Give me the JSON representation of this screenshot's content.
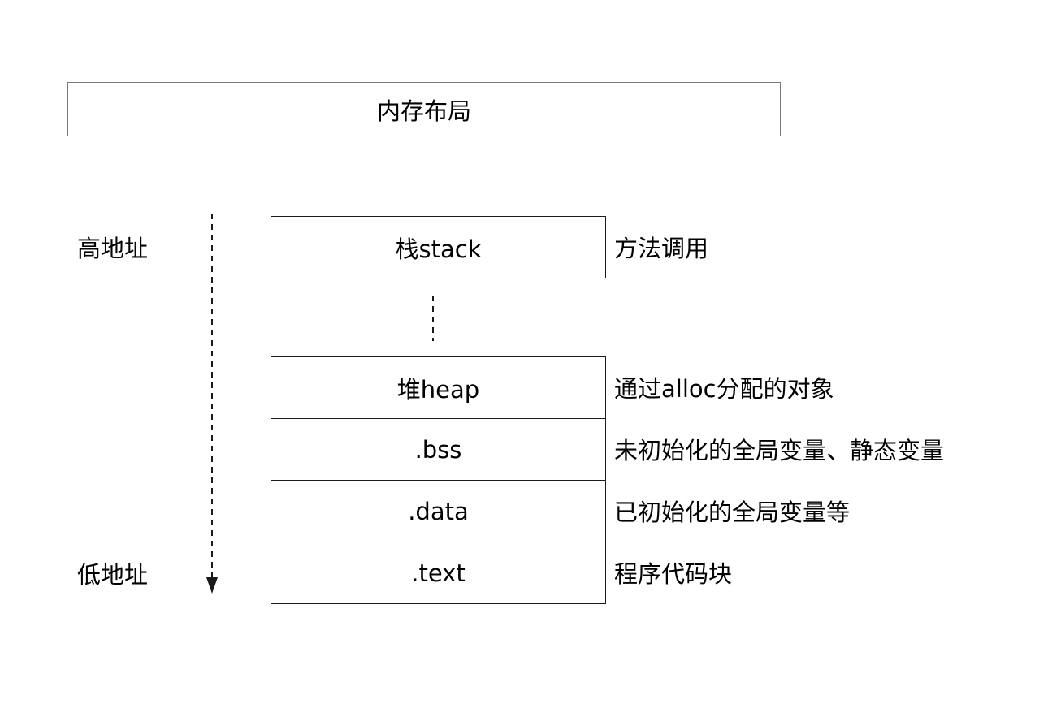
{
  "title": "内存布局",
  "addresses": {
    "high": "高地址",
    "low": "低地址"
  },
  "segments": [
    {
      "label": "栈stack",
      "description": "方法调用"
    },
    {
      "label": "堆heap",
      "description": "通过alloc分配的对象"
    },
    {
      "label": ".bss",
      "description": "未初始化的全局变量、静态变量"
    },
    {
      "label": ".data",
      "description": "已初始化的全局变量等"
    },
    {
      "label": ".text",
      "description": "程序代码块"
    }
  ],
  "colors": {
    "line": "#1a1a1a",
    "title_border": "#7a7a7a"
  }
}
